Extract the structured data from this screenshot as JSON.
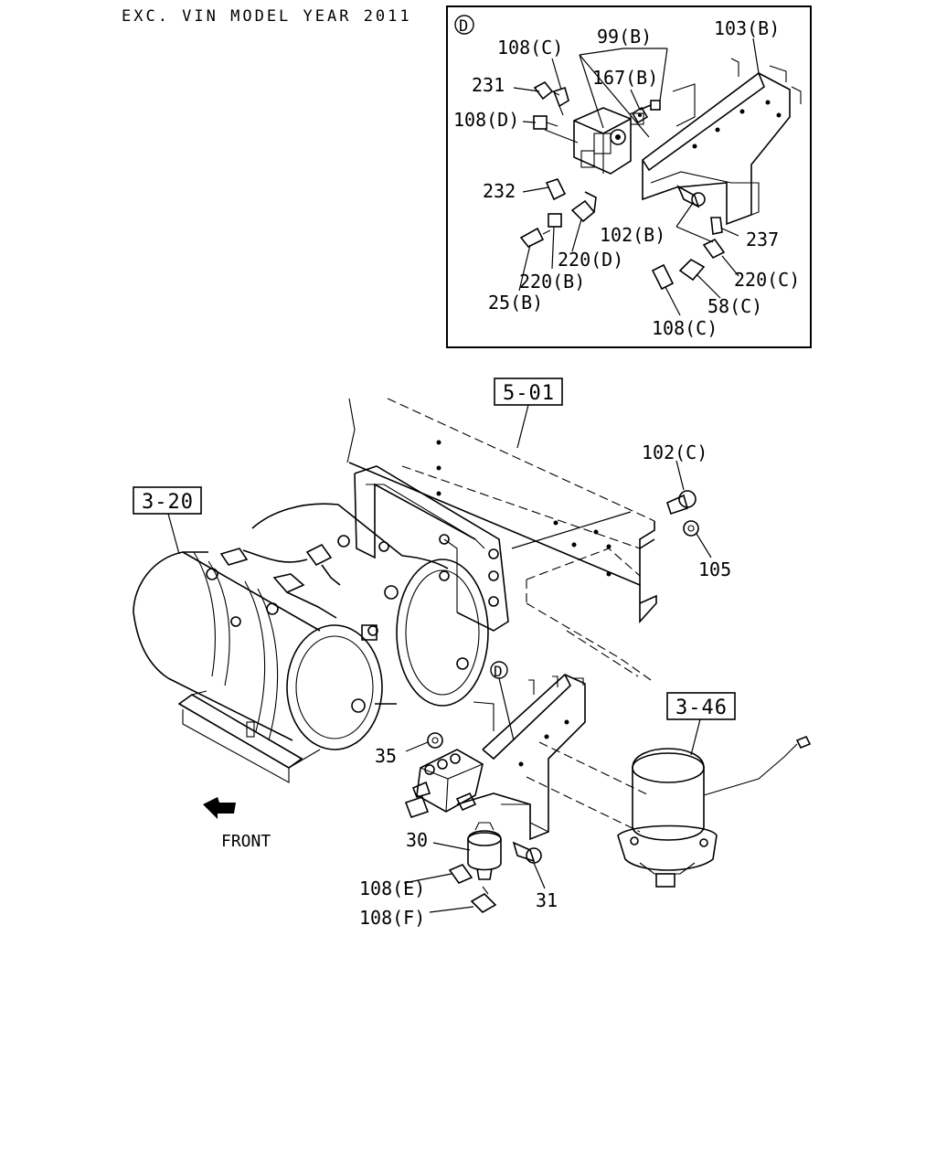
{
  "header": {
    "title": "EXC. VIN MODEL YEAR 2011"
  },
  "detail": {
    "marker": "D",
    "labels": {
      "99b": "99(B)",
      "103b": "103(B)",
      "108c_top": "108(C)",
      "167b": "167(B)",
      "231": "231",
      "108d": "108(D)",
      "232": "232",
      "102b": "102(B)",
      "237": "237",
      "220d": "220(D)",
      "220b": "220(B)",
      "220c": "220(C)",
      "25b": "25(B)",
      "58c": "58(C)",
      "108c_bottom": "108(C)"
    }
  },
  "main": {
    "refs": {
      "r501": "5-01",
      "r320": "3-20",
      "r346": "3-46"
    },
    "labels": {
      "102c": "102(C)",
      "105": "105",
      "d_marker": "D",
      "35": "35",
      "30": "30",
      "31": "31",
      "108e": "108(E)",
      "108f": "108(F)",
      "front": "FRONT"
    }
  },
  "icons": [
    "front-direction-arrow-icon",
    "detail-marker-d-icon"
  ]
}
